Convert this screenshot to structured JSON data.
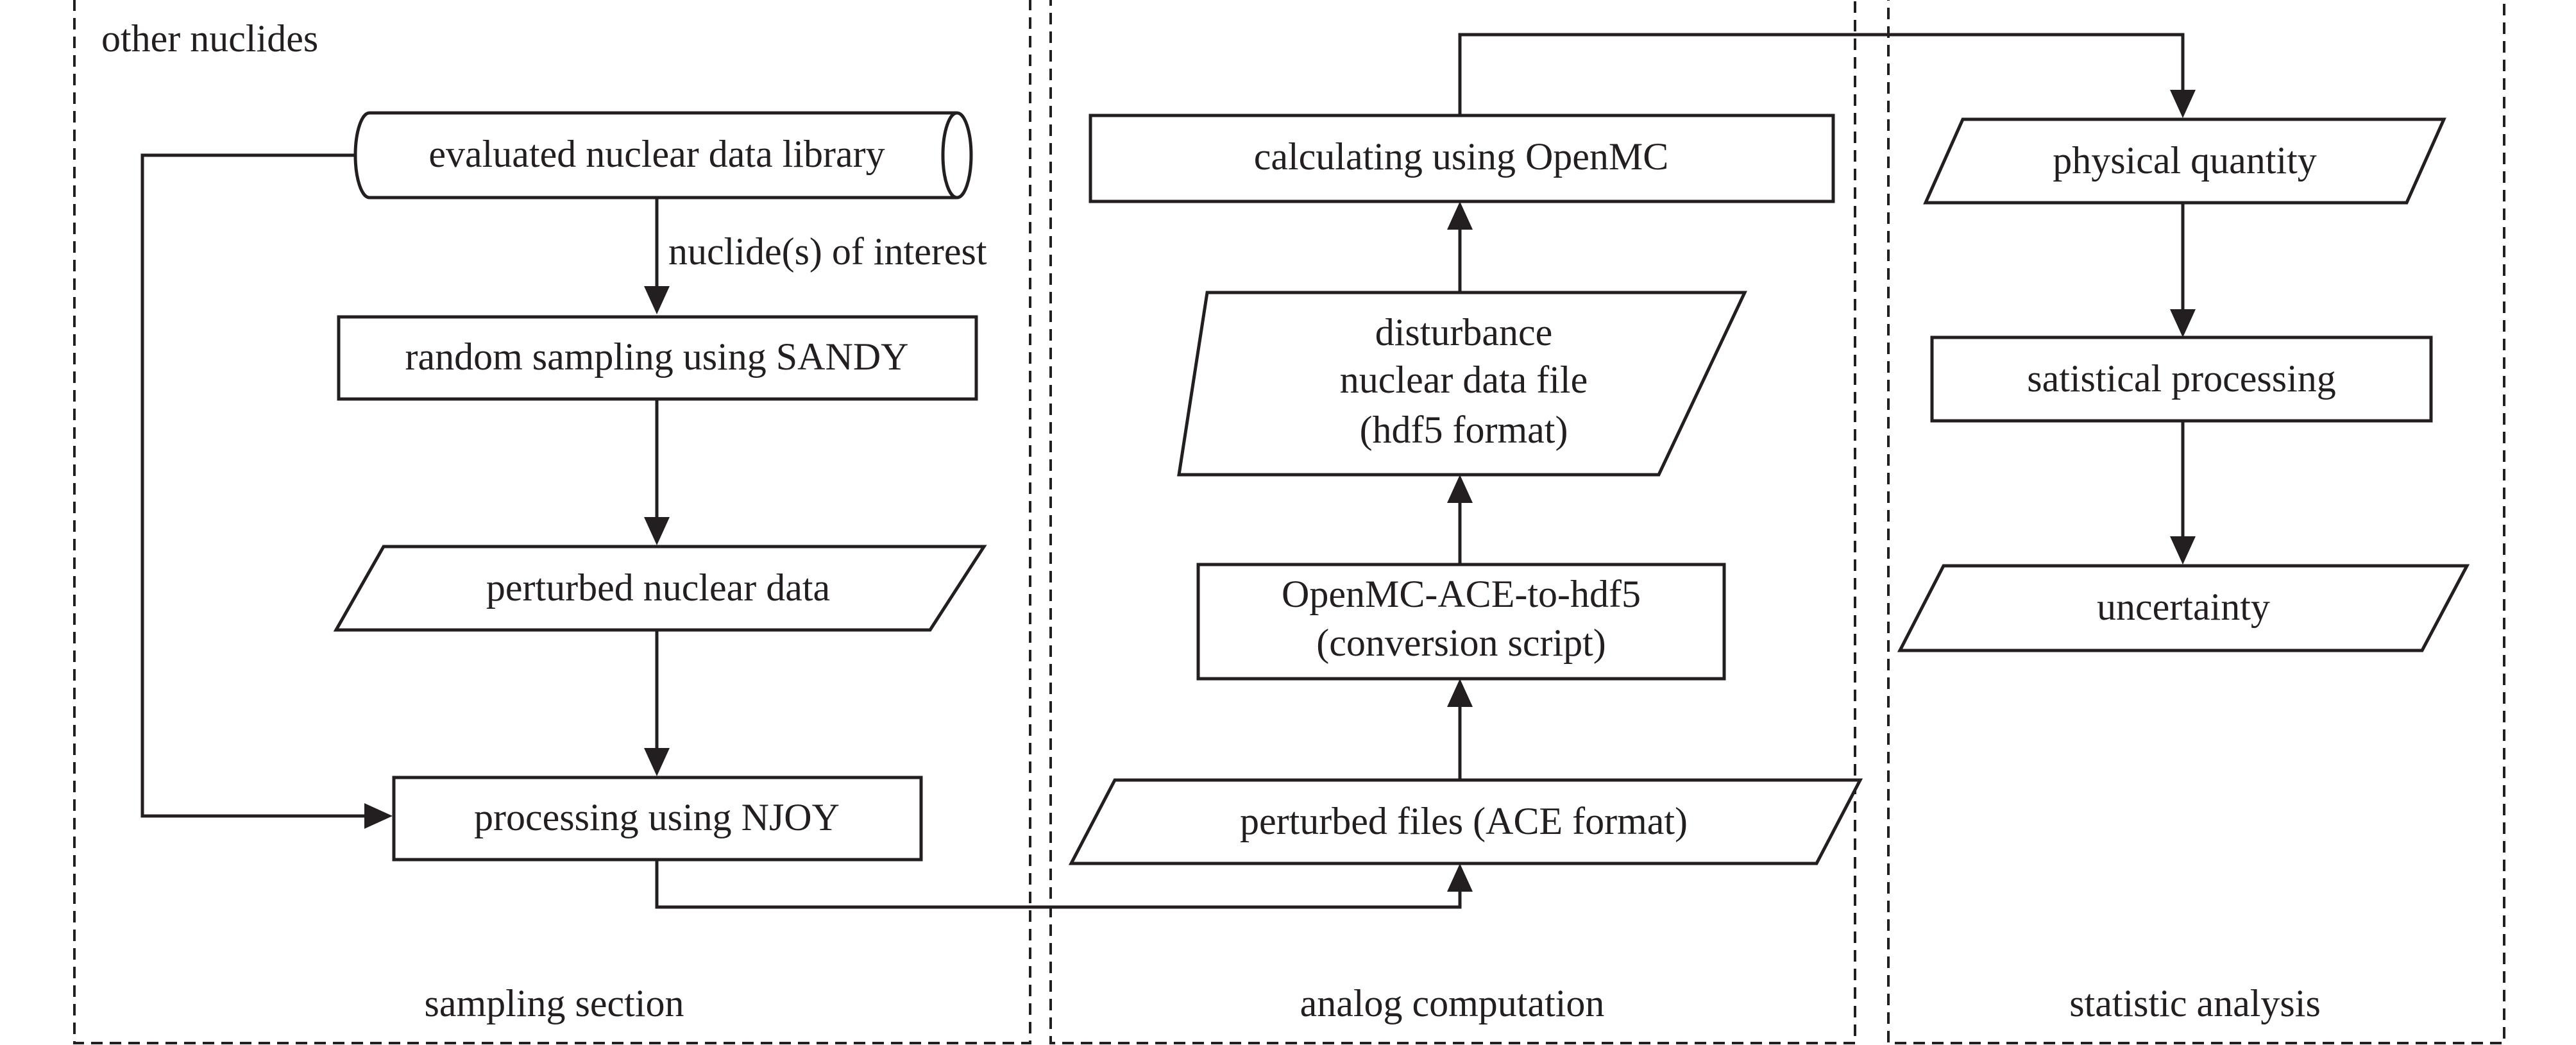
{
  "sections": {
    "sampling": {
      "label": "sampling section",
      "note": "other nuclides"
    },
    "analog": {
      "label": "analog computation"
    },
    "statistic": {
      "label": "statistic analysis"
    }
  },
  "nodes": {
    "library": {
      "label": "evaluated nuclear data library",
      "shape": "cylinder"
    },
    "sandy": {
      "label": "random sampling using SANDY",
      "shape": "process"
    },
    "perturbed_data": {
      "label": "perturbed nuclear data",
      "shape": "data"
    },
    "njoy": {
      "label": "processing using NJOY",
      "shape": "process"
    },
    "ace_files": {
      "label": "perturbed files (ACE format)",
      "shape": "data"
    },
    "converter": {
      "lines": [
        "OpenMC-ACE-to-hdf5",
        "(conversion script)"
      ],
      "shape": "process"
    },
    "hdf5": {
      "lines": [
        "disturbance",
        "nuclear data file",
        "(hdf5 format)"
      ],
      "shape": "data"
    },
    "openmc": {
      "label": "calculating using OpenMC",
      "shape": "process"
    },
    "quantity": {
      "label": "physical quantity",
      "shape": "data"
    },
    "stats": {
      "label": "satistical processing",
      "shape": "process"
    },
    "uncertainty": {
      "label": "uncertainty",
      "shape": "data"
    }
  },
  "edges": [
    {
      "from": "library",
      "to": "sandy",
      "label": "nuclide(s) of interest"
    },
    {
      "from": "sandy",
      "to": "perturbed_data"
    },
    {
      "from": "perturbed_data",
      "to": "njoy"
    },
    {
      "from": "library",
      "to": "njoy"
    },
    {
      "from": "njoy",
      "to": "ace_files"
    },
    {
      "from": "ace_files",
      "to": "converter"
    },
    {
      "from": "converter",
      "to": "hdf5"
    },
    {
      "from": "hdf5",
      "to": "openmc"
    },
    {
      "from": "openmc",
      "to": "quantity"
    },
    {
      "from": "quantity",
      "to": "stats"
    },
    {
      "from": "stats",
      "to": "uncertainty"
    }
  ]
}
